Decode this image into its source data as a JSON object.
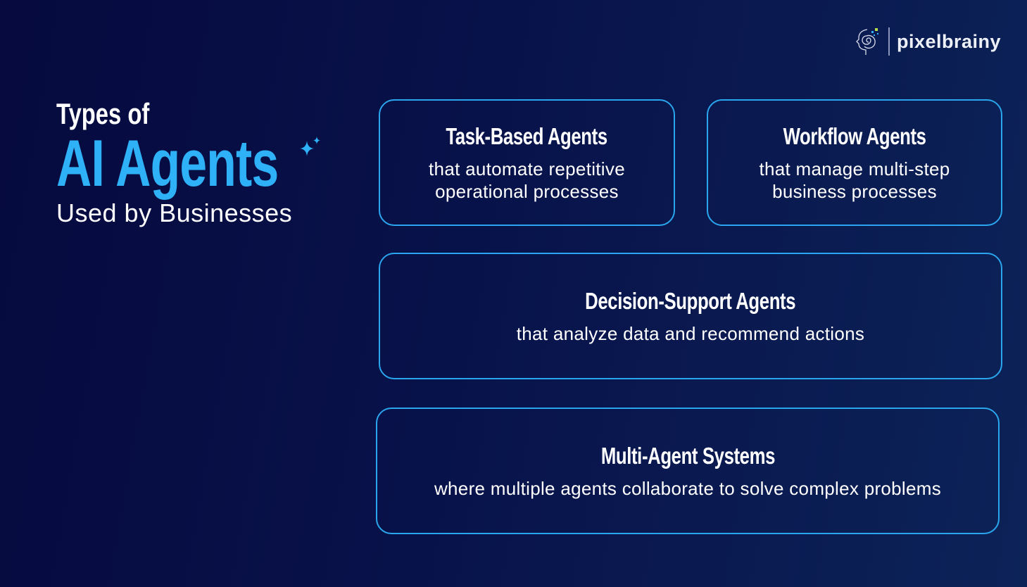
{
  "brand": {
    "name": "pixelbrainy",
    "accent": "#2fb1f8",
    "border": "#2aa6ee"
  },
  "title": {
    "line1": "Types of",
    "line2": "AI Agents",
    "line3": "Used by Businesses"
  },
  "cards": [
    {
      "title": "Task-Based Agents",
      "desc": "that automate repetitive operational processes"
    },
    {
      "title": "Workflow Agents",
      "desc": "that manage multi-step business processes"
    },
    {
      "title": "Decision-Support Agents",
      "desc": "that analyze data and recommend actions"
    },
    {
      "title": "Multi-Agent Systems",
      "desc": "where multiple agents collaborate to solve complex problems"
    }
  ]
}
